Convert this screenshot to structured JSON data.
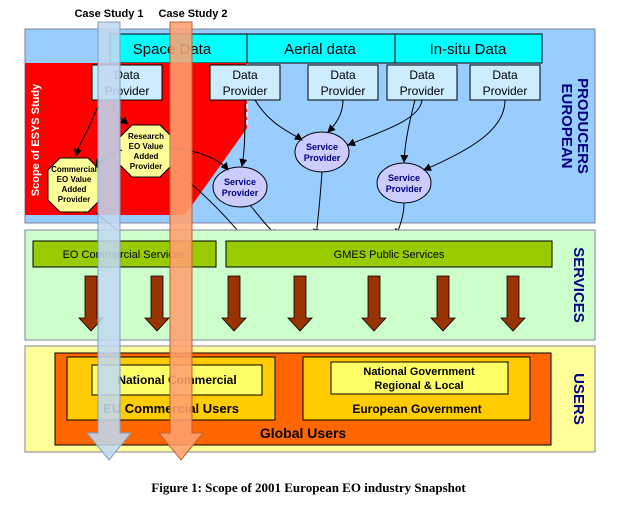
{
  "case_studies": [
    "Case Study 1",
    "Case Study 2"
  ],
  "producers": {
    "band_label_line1": "EUROPEAN",
    "band_label_line2": "PRODUCERS",
    "data_sources": [
      "Space Data",
      "Aerial data",
      "In-situ Data"
    ],
    "data_provider_line1": "Data",
    "data_provider_line2": "Provider",
    "scope_label": "Scope of ESYS Study",
    "research_provider": [
      "Research",
      "EO Value",
      "Added",
      "Provider"
    ],
    "commercial_provider": [
      "Commercial",
      "EO Value",
      "Added",
      "Provider"
    ],
    "service_provider_line1": "Service",
    "service_provider_line2": "Provider"
  },
  "services": {
    "band_label": "SERVICES",
    "eo_commercial": "EO Commercial Services",
    "gmes_public": "GMES Public Services"
  },
  "users": {
    "band_label": "USERS",
    "national_commercial": "National Commercial",
    "eu_commercial_users": "EU Commercial Users",
    "national_government_line1": "National Government",
    "national_government_line2": "Regional & Local",
    "european_government": "European Government",
    "global_users": "Global Users"
  },
  "caption": "Figure 1: Scope of 2001 European EO industry Snapshot",
  "colors": {
    "producers_bg": "#99ccff",
    "data_source_bar": "#00ffff",
    "data_provider_box": "#ccecff",
    "scope_red": "#ff0000",
    "octagon_yellow": "#ffff99",
    "service_ellipse": "#ccccff",
    "services_bg": "#ccffcc",
    "services_bar": "#99cc00",
    "down_arrow": "#993300",
    "users_bg": "#ffff99",
    "global_users": "#ff6600",
    "inner_users": "#ffcc00",
    "national_box": "#ffff66",
    "band_text": "#000080",
    "case_study_1_arrow": "#c0d8f0",
    "case_study_2_arrow": "#ffa070"
  }
}
